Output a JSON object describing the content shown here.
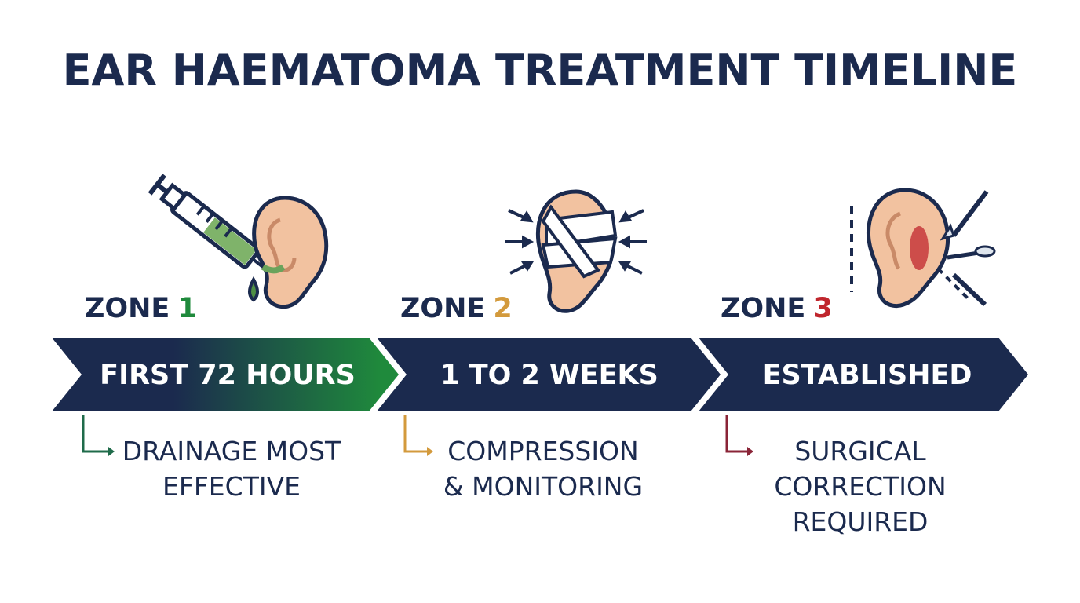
{
  "title": "EAR HAEMATOMA TREATMENT TIMELINE",
  "colors": {
    "navy": "#1b2a4e",
    "zone1_accent": "#1f8a3c",
    "zone2_accent": "#d39a3c",
    "zone3_accent": "#c0262d",
    "skin": "#f2c2a0",
    "skin_dark": "#c98a68"
  },
  "zones": [
    {
      "label": "ZONE",
      "number": "1",
      "band": "FIRST 72 HOURS",
      "note_line1": "DRAINAGE MOST",
      "note_line2": "EFFECTIVE",
      "icon": "syringe-drainage-ear-icon"
    },
    {
      "label": "ZONE",
      "number": "2",
      "band": "1 TO 2 WEEKS",
      "note_line1": "COMPRESSION",
      "note_line2": "& MONITORING",
      "icon": "bandaged-ear-compression-icon"
    },
    {
      "label": "ZONE",
      "number": "3",
      "band": "ESTABLISHED",
      "note_line1": "SURGICAL",
      "note_line2": "CORRECTION",
      "note_line3": "REQUIRED",
      "icon": "ear-surgical-tools-icon"
    }
  ]
}
